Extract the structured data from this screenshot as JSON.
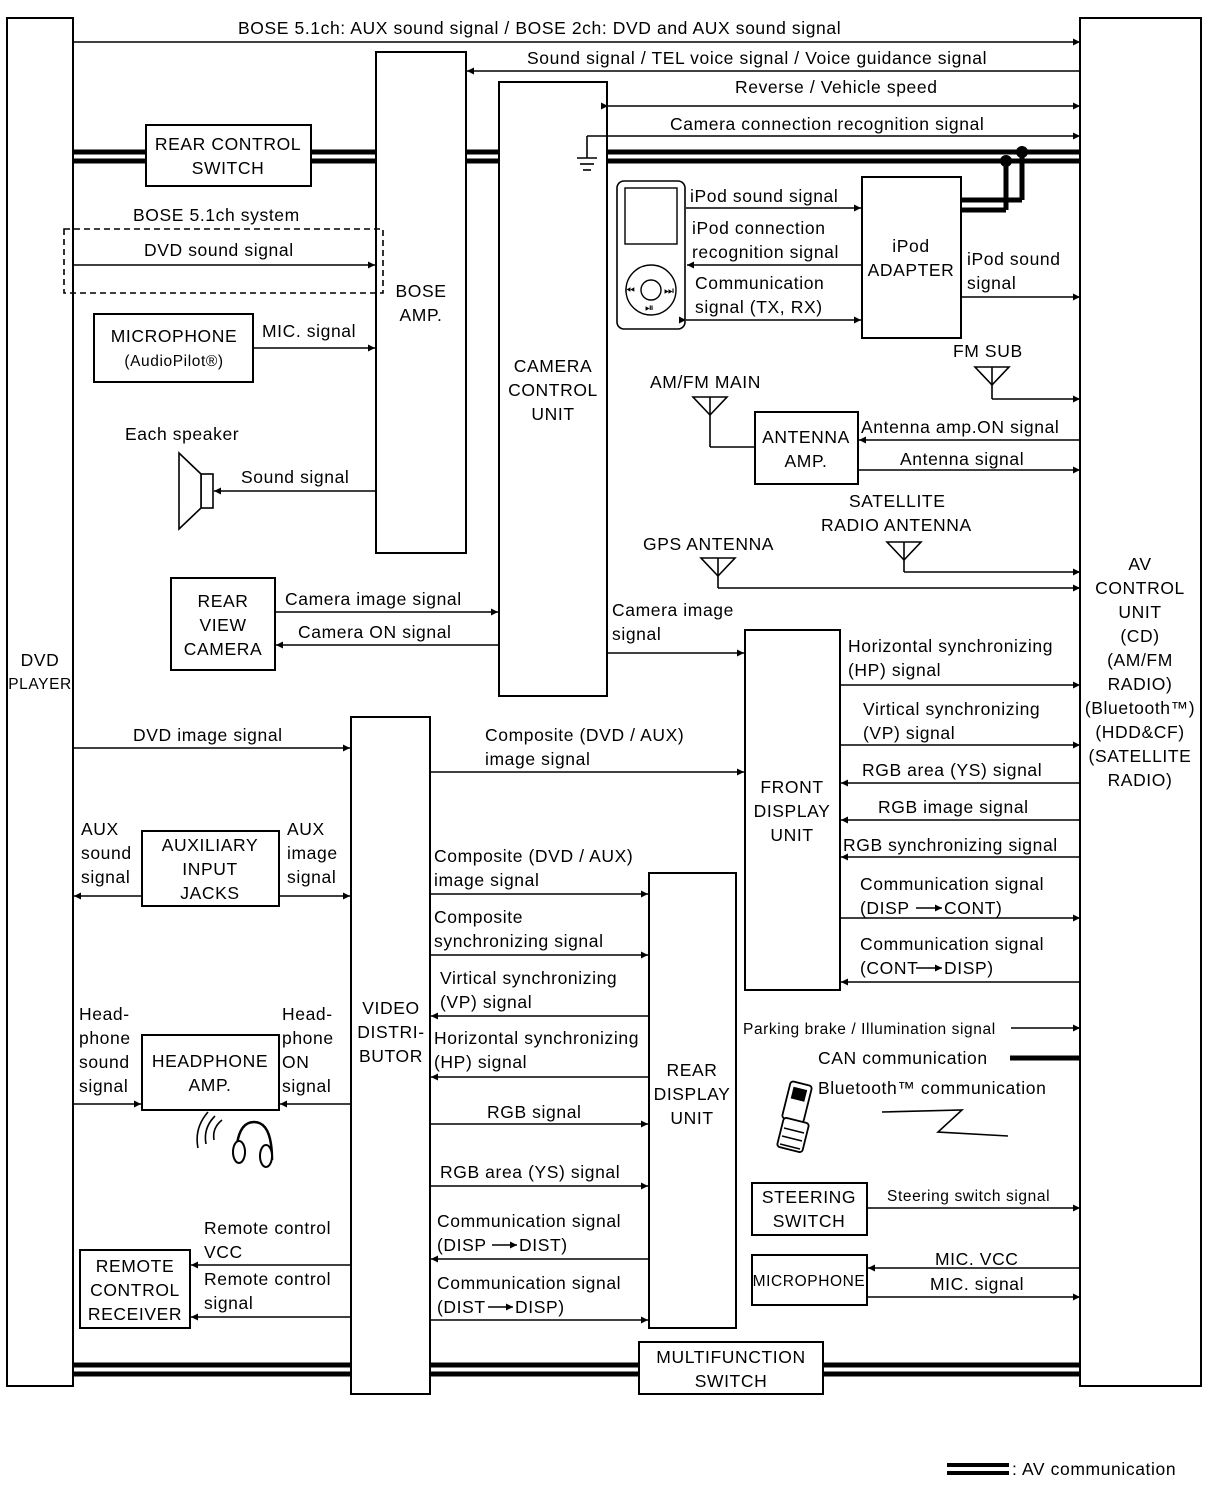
{
  "blocks": {
    "dvd_player": [
      "DVD",
      "PLAYER"
    ],
    "av_control_unit": [
      "AV",
      "CONTROL",
      "UNIT",
      "(CD)",
      "(AM/FM",
      "RADIO)",
      "(Bluetooth™)",
      "(HDD&CF)",
      "(SATELLITE",
      "RADIO)"
    ],
    "bose_amp": [
      "BOSE",
      "AMP."
    ],
    "camera_control_unit": [
      "CAMERA",
      "CONTROL",
      "UNIT"
    ],
    "rear_control_switch": [
      "REAR CONTROL",
      "SWITCH"
    ],
    "microphone_audiopilot": [
      "MICROPHONE",
      "(AudioPilot®)"
    ],
    "rear_view_camera": [
      "REAR",
      "VIEW",
      "CAMERA"
    ],
    "ipod_adapter": [
      "iPod",
      "ADAPTER"
    ],
    "antenna_amp": [
      "ANTENNA",
      "AMP."
    ],
    "video_distributor": [
      "VIDEO",
      "DISTRI-",
      "BUTOR"
    ],
    "front_display_unit": [
      "FRONT",
      "DISPLAY",
      "UNIT"
    ],
    "rear_display_unit": [
      "REAR",
      "DISPLAY",
      "UNIT"
    ],
    "auxiliary_input_jacks": [
      "AUXILIARY",
      "INPUT",
      "JACKS"
    ],
    "headphone_amp": [
      "HEADPHONE",
      "AMP."
    ],
    "remote_control_receiver": [
      "REMOTE",
      "CONTROL",
      "RECEIVER"
    ],
    "steering_switch": [
      "STEERING",
      "SWITCH"
    ],
    "microphone": [
      "MICROPHONE"
    ],
    "multifunction_switch": [
      "MULTIFUNCTION",
      "SWITCH"
    ]
  },
  "labels": {
    "bose_aux": "BOSE 5.1ch: AUX sound signal / BOSE 2ch: DVD and AUX sound signal",
    "sound_tel": "Sound signal / TEL voice signal / Voice guidance signal",
    "reverse_speed": "Reverse / Vehicle speed",
    "camera_conn": "Camera connection recognition signal",
    "bose_system": "BOSE 5.1ch system",
    "dvd_sound": "DVD sound signal",
    "mic_signal_top": "MIC. signal",
    "each_speaker": "Each speaker",
    "sound_signal": "Sound signal",
    "ipod_sound": "iPod sound signal",
    "ipod_conn": [
      "iPod connection",
      "recognition signal"
    ],
    "comm_txrx": [
      "Communication",
      "signal (TX, RX)"
    ],
    "ipod_sound_out": [
      "iPod sound",
      "signal"
    ],
    "fm_sub": "FM SUB",
    "amfm_main": "AM/FM MAIN",
    "antenna_amp_on": "Antenna amp.ON signal",
    "antenna_signal": "Antenna signal",
    "satellite_antenna": [
      "SATELLITE",
      "RADIO ANTENNA"
    ],
    "gps_antenna": "GPS ANTENNA",
    "camera_image_left": "Camera image signal",
    "camera_on": "Camera ON signal",
    "camera_image_right": [
      "Camera image",
      "signal"
    ],
    "hp_signal_front": [
      "Horizontal synchronizing",
      "(HP) signal"
    ],
    "vp_signal_front": [
      "Virtical synchronizing",
      "(VP) signal"
    ],
    "rgb_area_front": "RGB area (YS) signal",
    "rgb_image_front": "RGB image signal",
    "rgb_sync_front": "RGB synchronizing signal",
    "comm_disp_cont": [
      "Communication signal",
      "(DISP",
      "CONT)"
    ],
    "comm_cont_disp": [
      "Communication signal",
      "(CONT",
      "DISP)"
    ],
    "dvd_image": "DVD image signal",
    "composite_front": [
      "Composite (DVD / AUX)",
      "image signal"
    ],
    "aux_sound": [
      "AUX",
      "sound",
      "signal"
    ],
    "aux_image": [
      "AUX",
      "image",
      "signal"
    ],
    "composite_rear": [
      "Composite (DVD / AUX)",
      "image signal"
    ],
    "composite_sync": [
      "Composite",
      "synchronizing signal"
    ],
    "vp_rear": [
      "Virtical synchronizing",
      "(VP) signal"
    ],
    "hp_rear": [
      "Horizontal synchronizing",
      "(HP) signal"
    ],
    "rgb_rear": "RGB signal",
    "rgb_area_rear": "RGB area (YS) signal",
    "comm_disp_dist": [
      "Communication signal",
      "(DISP",
      "DIST)"
    ],
    "comm_dist_disp": [
      "Communication signal",
      "(DIST",
      "DISP)"
    ],
    "hp_sound": [
      "Head-",
      "phone",
      "sound",
      "signal"
    ],
    "hp_on": [
      "Head-",
      "phone",
      "ON",
      "signal"
    ],
    "remote_vcc": [
      "Remote control",
      "VCC"
    ],
    "remote_signal": [
      "Remote control",
      "signal"
    ],
    "parking_brake": "Parking brake / Illumination signal",
    "can_comm": "CAN communication",
    "bluetooth_comm": "Bluetooth™ communication",
    "steering_signal": "Steering switch signal",
    "mic_vcc": "MIC. VCC",
    "mic_signal_bottom": "MIC. signal",
    "legend": ": AV communication"
  }
}
